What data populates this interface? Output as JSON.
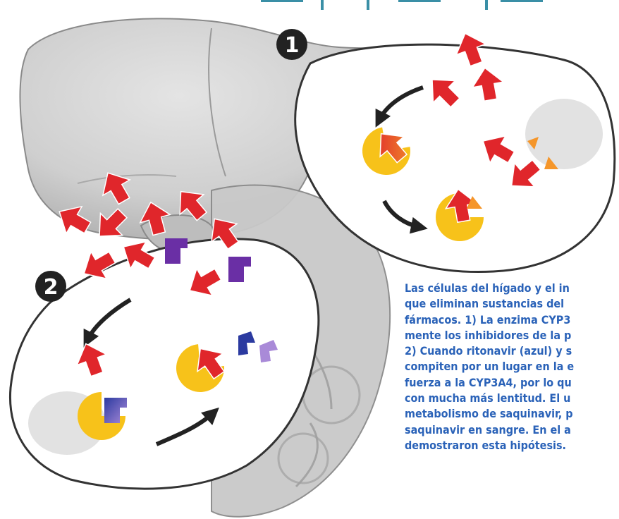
{
  "labels": {
    "step_1": "1",
    "step_2": "2"
  },
  "caption_lines": [
    "Las células del hígado y el in",
    "que eliminan sustancias del",
    "fármacos. 1) La enzima CYP3",
    "mente los inhibidores de la p",
    "2) Cuando ritonavir (azul) y s",
    "compiten por un lugar en la e",
    "fuerza a la CYP3A4, por lo qu",
    "con mucha más lentitud. El u",
    "metabolismo de saquinavir, p",
    "saquinavir en sangre. En el a",
    "demostraron esta hipótesis."
  ],
  "colors": {
    "drug_arrow": "#e0262b",
    "enzyme": "#f7c21a",
    "ritonavir": "#2b3aa0",
    "saquinavir": "#a98ad8",
    "inhibitor": "#6a2fa5",
    "fragment": "#f5962a",
    "caption_text": "#2a62b8",
    "top_dashes": "#3a8fa6"
  }
}
